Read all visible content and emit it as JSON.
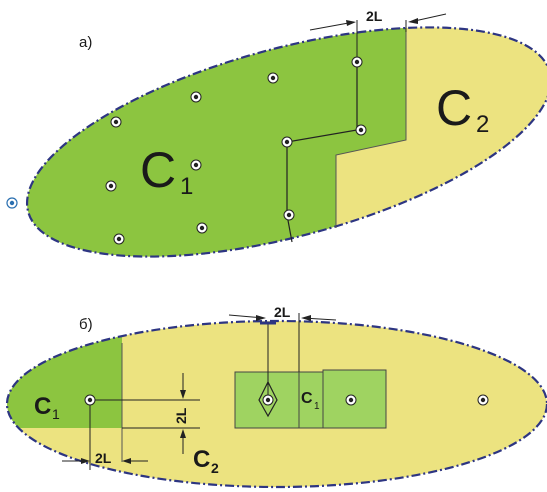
{
  "diagram_a": {
    "panel_label": "а)",
    "dimension_label": "2L",
    "region_1": {
      "letter": "C",
      "subscript": "1"
    },
    "region_2": {
      "letter": "C",
      "subscript": "2"
    },
    "colors": {
      "region_1": "#8cc540",
      "region_2": "#ece380",
      "boundary": "#2d3582"
    }
  },
  "diagram_b": {
    "panel_label": "б)",
    "dimension_label_top": "2L",
    "dimension_label_vertical": "2L",
    "dimension_label_bottom": "2L",
    "region_1": {
      "letter": "C",
      "subscript": "1"
    },
    "region_2": {
      "letter": "C",
      "subscript": "2"
    },
    "inner_region": {
      "letter": "C",
      "subscript": "1"
    },
    "colors": {
      "region_1": "#8cc540",
      "region_2": "#ece380",
      "rect_fill": "#9fd361",
      "boundary": "#2d3582"
    }
  }
}
